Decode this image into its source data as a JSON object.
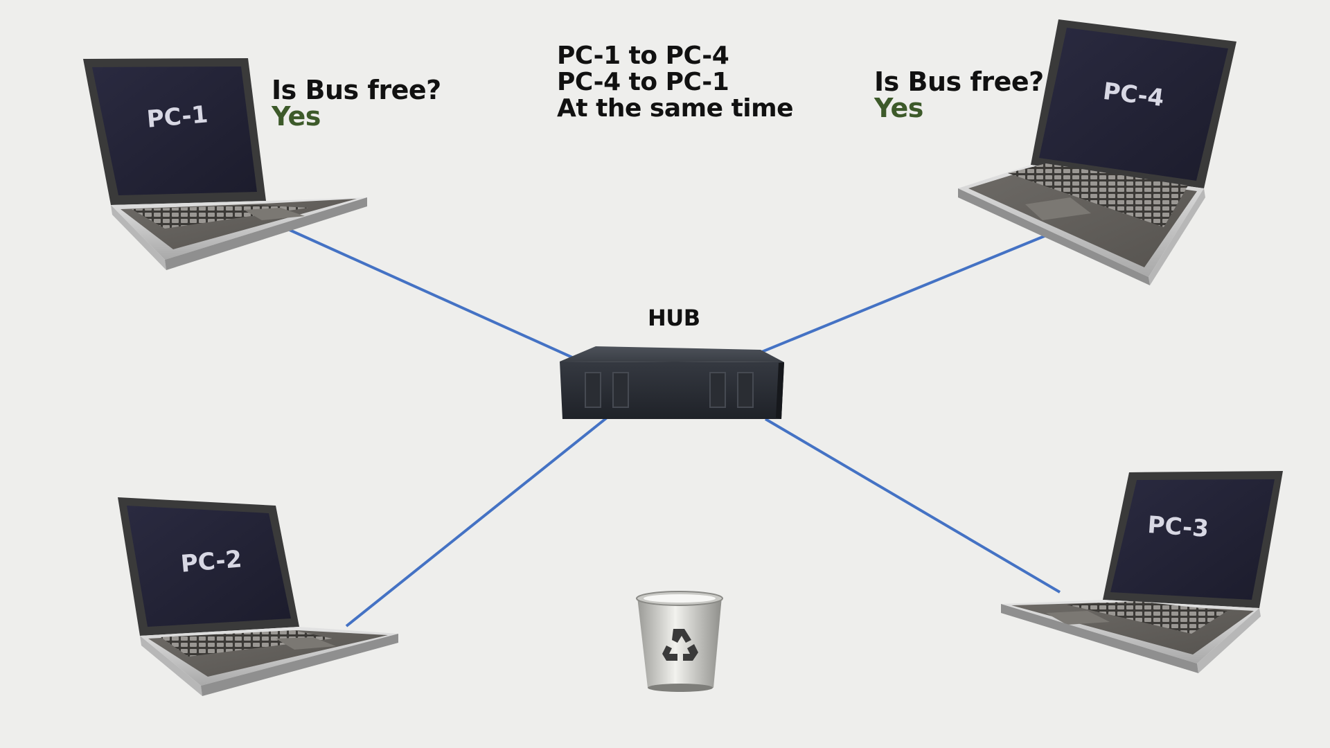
{
  "hub": {
    "label": "HUB"
  },
  "computers": [
    {
      "id": "pc1",
      "label": "PC-1"
    },
    {
      "id": "pc2",
      "label": "PC-2"
    },
    {
      "id": "pc3",
      "label": "PC-3"
    },
    {
      "id": "pc4",
      "label": "PC-4"
    }
  ],
  "scenario": {
    "lines": [
      "PC-1 to PC-4",
      "PC-4 to PC-1",
      "At the same time"
    ]
  },
  "bus_status": {
    "left": {
      "question": "Is Bus free?",
      "answer": "Yes"
    },
    "right": {
      "question": "Is Bus free?",
      "answer": "Yes"
    }
  },
  "colors": {
    "cable": "#4472c4",
    "answer": "#3d5a2a",
    "screen": "#24243a",
    "hub": "#2b2f36"
  },
  "icons": {
    "trash": "recycle-bin-icon"
  }
}
